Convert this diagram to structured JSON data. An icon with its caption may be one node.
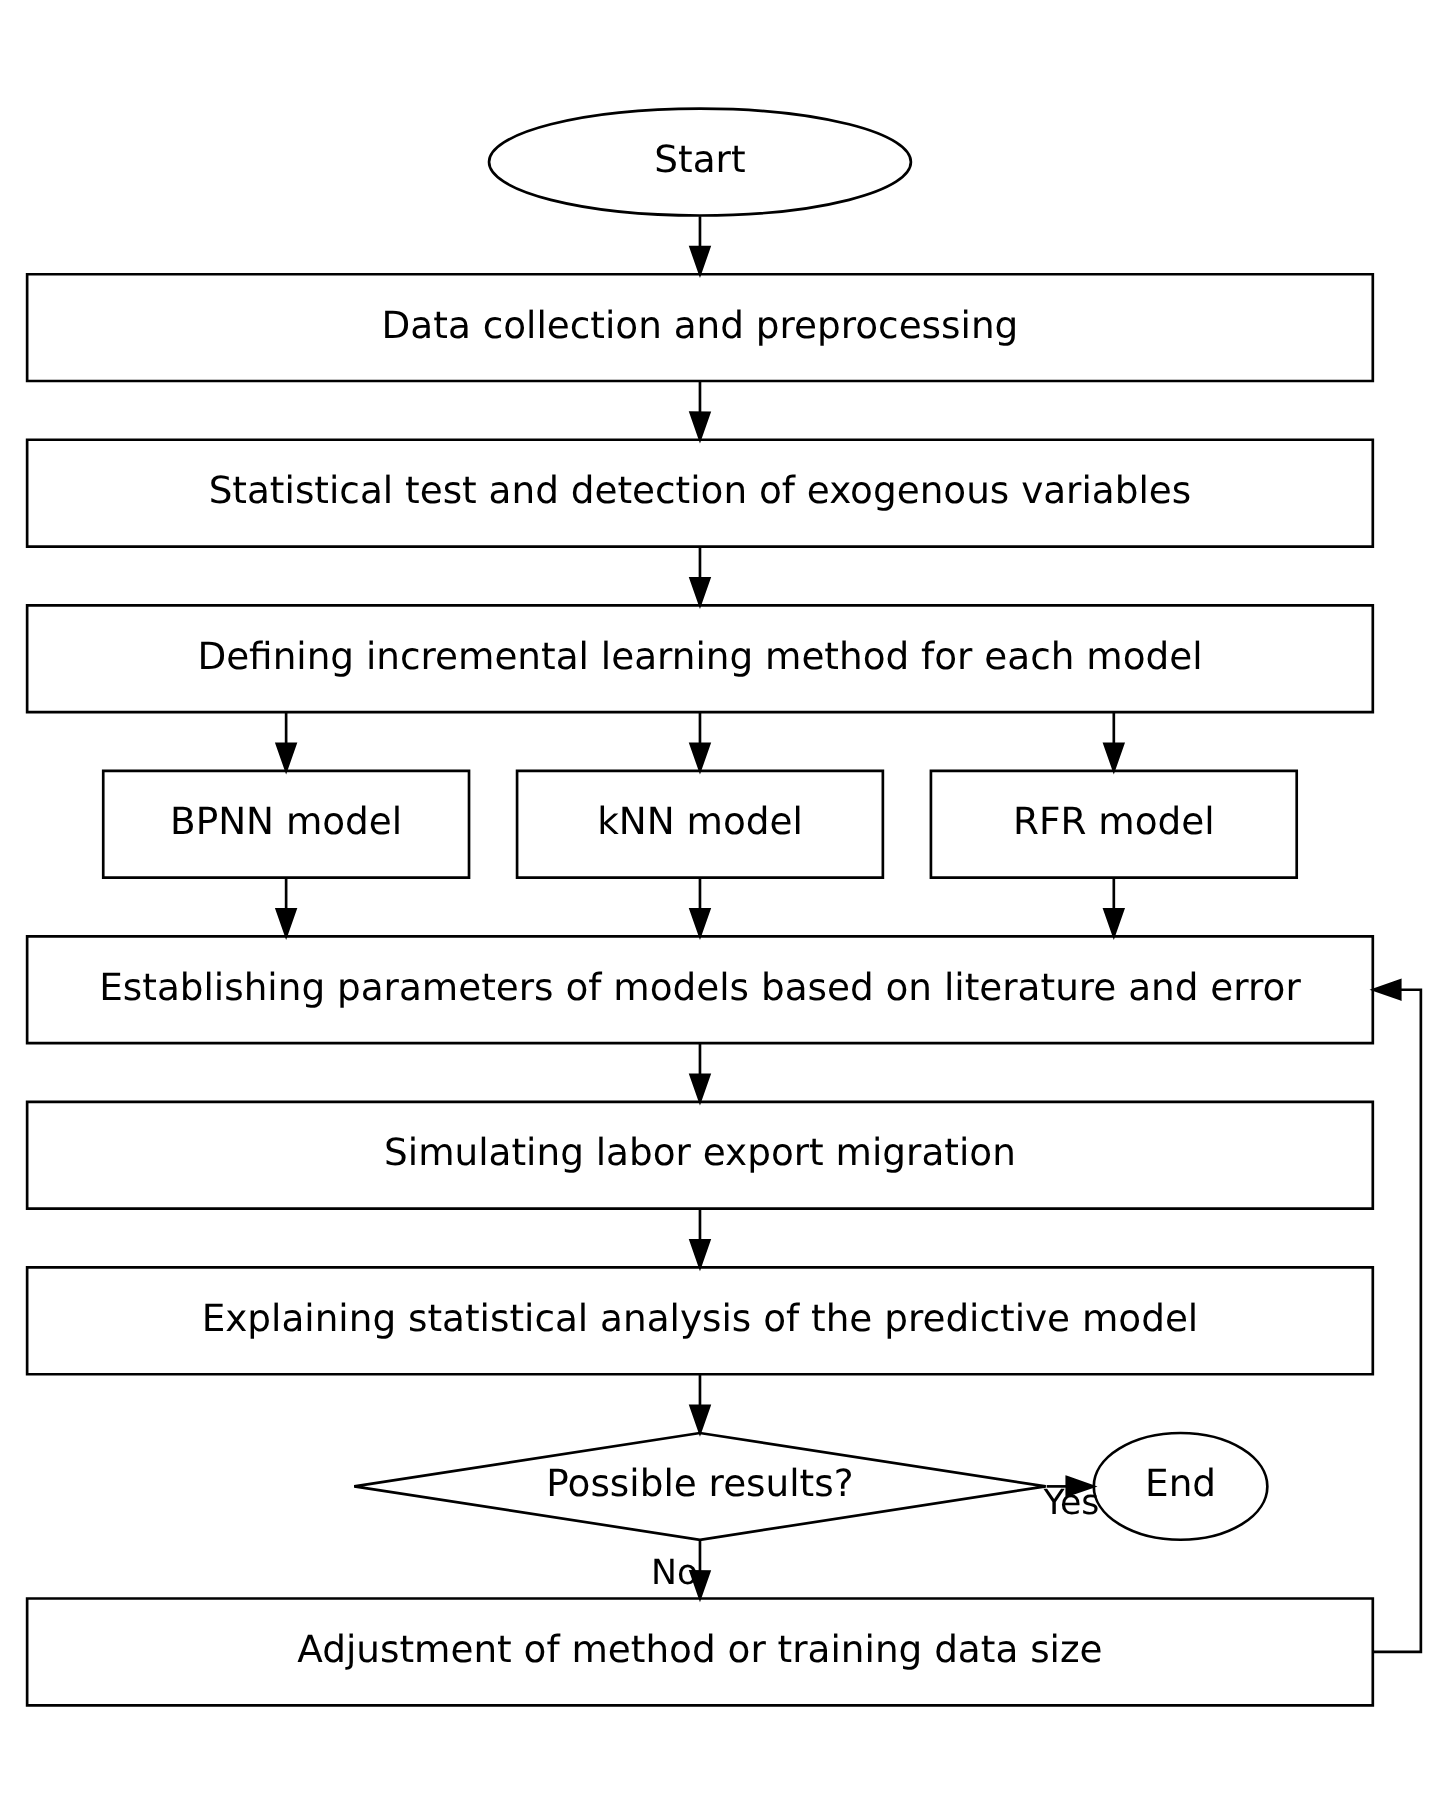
{
  "diagram": {
    "nodes": [
      {
        "text": [
          "Start"
        ]
      },
      {
        "text": [
          "Data collection and preprocessing"
        ]
      },
      {
        "text": [
          "Statistical test and detection of exogenous variables"
        ]
      },
      {
        "text": [
          "Defining incremental learning method for each model"
        ]
      },
      {
        "text": [
          "BPNN model"
        ]
      },
      {
        "text": [
          "kNN model"
        ]
      },
      {
        "text": [
          "RFR model"
        ]
      },
      {
        "text": [
          "Establishing parameters of models based on literature and error"
        ]
      },
      {
        "text": [
          "Simulating labor export migration"
        ]
      },
      {
        "text": [
          "Explaining statistical analysis of the predictive model"
        ]
      },
      {
        "text": [
          "Possible results?"
        ]
      },
      {
        "text": [
          "End"
        ]
      },
      {
        "text": [
          "Adjustment of method or training data size"
        ]
      }
    ],
    "edges": [
      {
        "from": 0,
        "to": 1,
        "arrow": "to"
      },
      {
        "from": 1,
        "to": 2,
        "arrow": "to"
      },
      {
        "from": 2,
        "to": 3,
        "arrow": "to"
      },
      {
        "from": 3,
        "to": 4,
        "arrow": "to"
      },
      {
        "from": 3,
        "to": 5,
        "arrow": "to"
      },
      {
        "from": 3,
        "to": 6,
        "arrow": "to"
      },
      {
        "from": 4,
        "to": 7,
        "arrow": "to"
      },
      {
        "from": 5,
        "to": 7,
        "arrow": "to"
      },
      {
        "from": 6,
        "to": 7,
        "arrow": "to"
      },
      {
        "from": 7,
        "to": 8,
        "arrow": "to"
      },
      {
        "from": 8,
        "to": 9,
        "arrow": "to"
      },
      {
        "from": 9,
        "to": 10,
        "arrow": "to"
      },
      {
        "from": 10,
        "to": 11,
        "arrow": "to",
        "label": "Yes"
      },
      {
        "from": 10,
        "to": 12,
        "arrow": "to",
        "label": "No"
      },
      {
        "from": 12,
        "to": 7,
        "arrow": "to"
      }
    ]
  }
}
